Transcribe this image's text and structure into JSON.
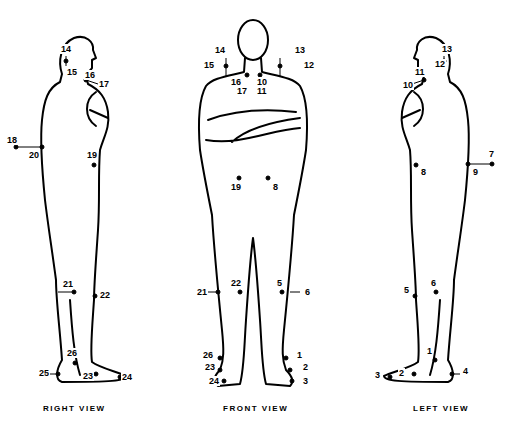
{
  "diagram": {
    "labels": [
      "14",
      "15",
      "16",
      "17",
      "18",
      "20",
      "19",
      "21",
      "22",
      "26",
      "25",
      "23",
      "24",
      "14",
      "15",
      "16",
      "10",
      "13",
      "12",
      "17",
      "11",
      "19",
      "8",
      "21",
      "22",
      "5",
      "6",
      "26",
      "23",
      "24",
      "1",
      "2",
      "3",
      "13",
      "12",
      "11",
      "10",
      "8",
      "7",
      "9",
      "6",
      "5",
      "1",
      "3",
      "2",
      "4",
      "RIGHT VIEW",
      "FRONT VIEW",
      "LEFT VIEW"
    ]
  }
}
